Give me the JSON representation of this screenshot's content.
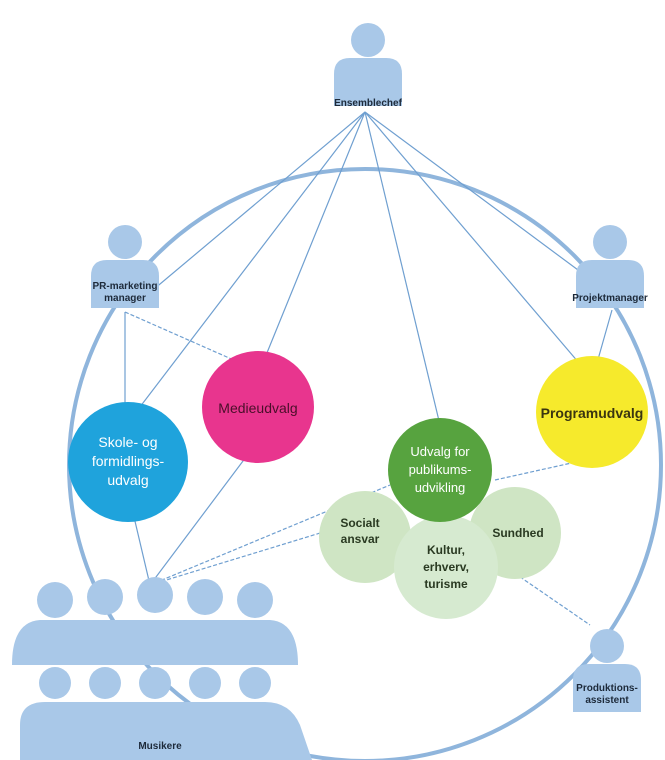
{
  "roles": {
    "ensemblechef": "Ensemblechef",
    "pr_line1": "PR-marketing",
    "pr_line2": "manager",
    "projektmanager": "Projektmanager",
    "produktion_line1": "Produktions-",
    "produktion_line2": "assistent",
    "musikere": "Musikere"
  },
  "committees": {
    "medieudvalg": "Medieudvalg",
    "programudvalg": "Programudvalg",
    "skole_line1": "Skole- og",
    "skole_line2": "formidlings-",
    "skole_line3": "udvalg",
    "udvalg_line1": "Udvalg for",
    "udvalg_line2": "publikums-",
    "udvalg_line3": "udvikling"
  },
  "subgroups": {
    "socialt_line1": "Socialt",
    "socialt_line2": "ansvar",
    "kultur_line1": "Kultur,",
    "kultur_line2": "erhverv,",
    "kultur_line3": "turisme",
    "sundhed": "Sundhed"
  },
  "colors": {
    "person": "#a9c8e8",
    "circle": "#8fb5dc",
    "line": "#6f9fd0",
    "medieudvalg": "#e8358e",
    "programudvalg": "#f6ea2c",
    "skole": "#1fa3dc",
    "udvalg": "#57a33f",
    "subgroup": "#cfe5c4"
  }
}
